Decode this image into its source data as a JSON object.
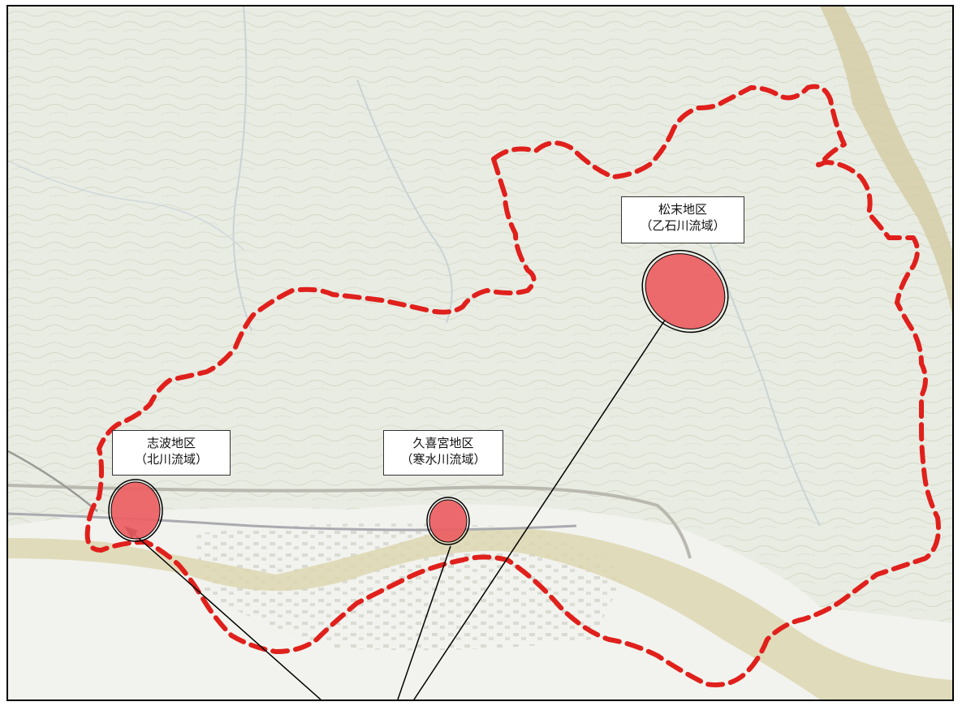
{
  "colors": {
    "boundary": "#e0201c",
    "marker_fill": "#ec5e62",
    "leader_line": "#000000",
    "river": "#d7cfa6",
    "urban": "#f4f5f0"
  },
  "districts": [
    {
      "name": "松末地区",
      "basin": "（乙石川流域）"
    },
    {
      "name": "志波地区",
      "basin": "（北川流域）"
    },
    {
      "name": "久喜宮地区",
      "basin": "（寒水川流域）"
    }
  ]
}
